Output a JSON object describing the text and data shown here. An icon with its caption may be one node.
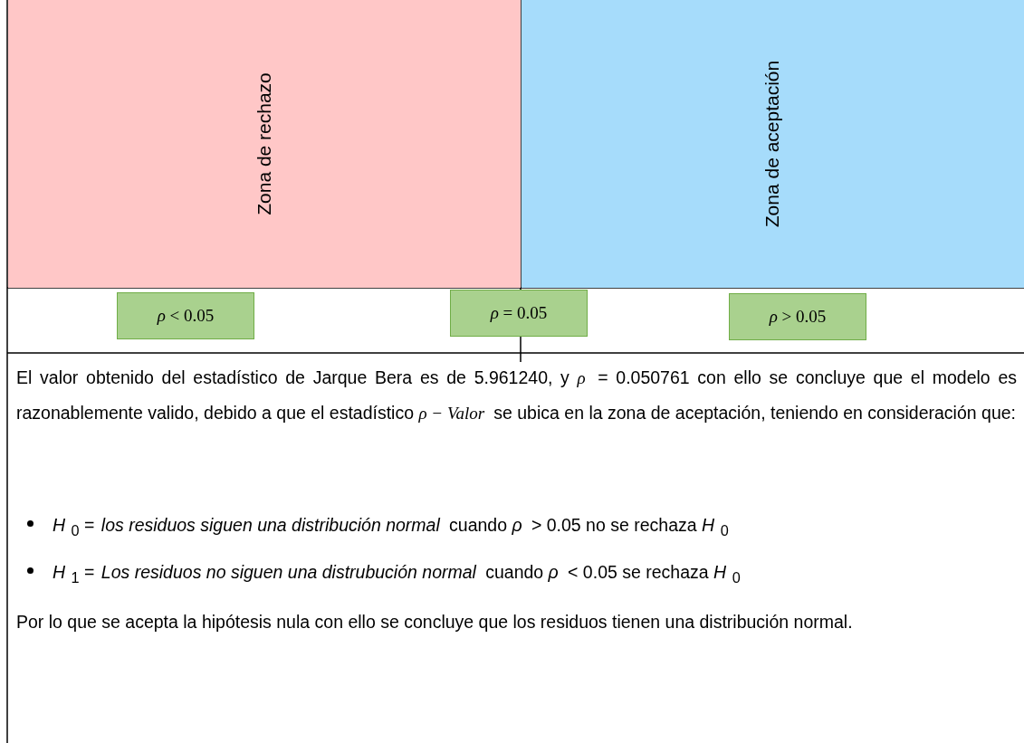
{
  "diagram": {
    "nodes": [
      {
        "text": [
          "Zona de rechazo"
        ]
      },
      {
        "text": [
          "Zona de aceptación"
        ]
      },
      {
        "text": [
          "*ρ* < 0.05"
        ]
      },
      {
        "text": [
          "*ρ* = 0.05"
        ]
      },
      {
        "text": [
          "*ρ* > 0.05"
        ]
      }
    ],
    "labels": [
      "El valor obtenido del estadístico de Jarque Bera es de 5.961240, y *ρ* = 0.050761 con ello se concluye que el modelo es razonablemente valido, debido a que el estadístico *ρ − Valor* se ubica en la zona de aceptación, teniendo en consideración que:",
      "*H*$_{0}$ = *los residuos siguen una distribución normal* cuando *ρ* > 0.05 no se rechaza *H*$_{0}$",
      "*H*$_{1}$ = *Los residuos no siguen una distrubución normal* cuando *ρ* < 0.05 se rechaza *H*$_{0}$",
      "Por lo que se acepta la hipótesis nula con ello se concluye que los residuos tienen una distribución normal."
    ]
  }
}
